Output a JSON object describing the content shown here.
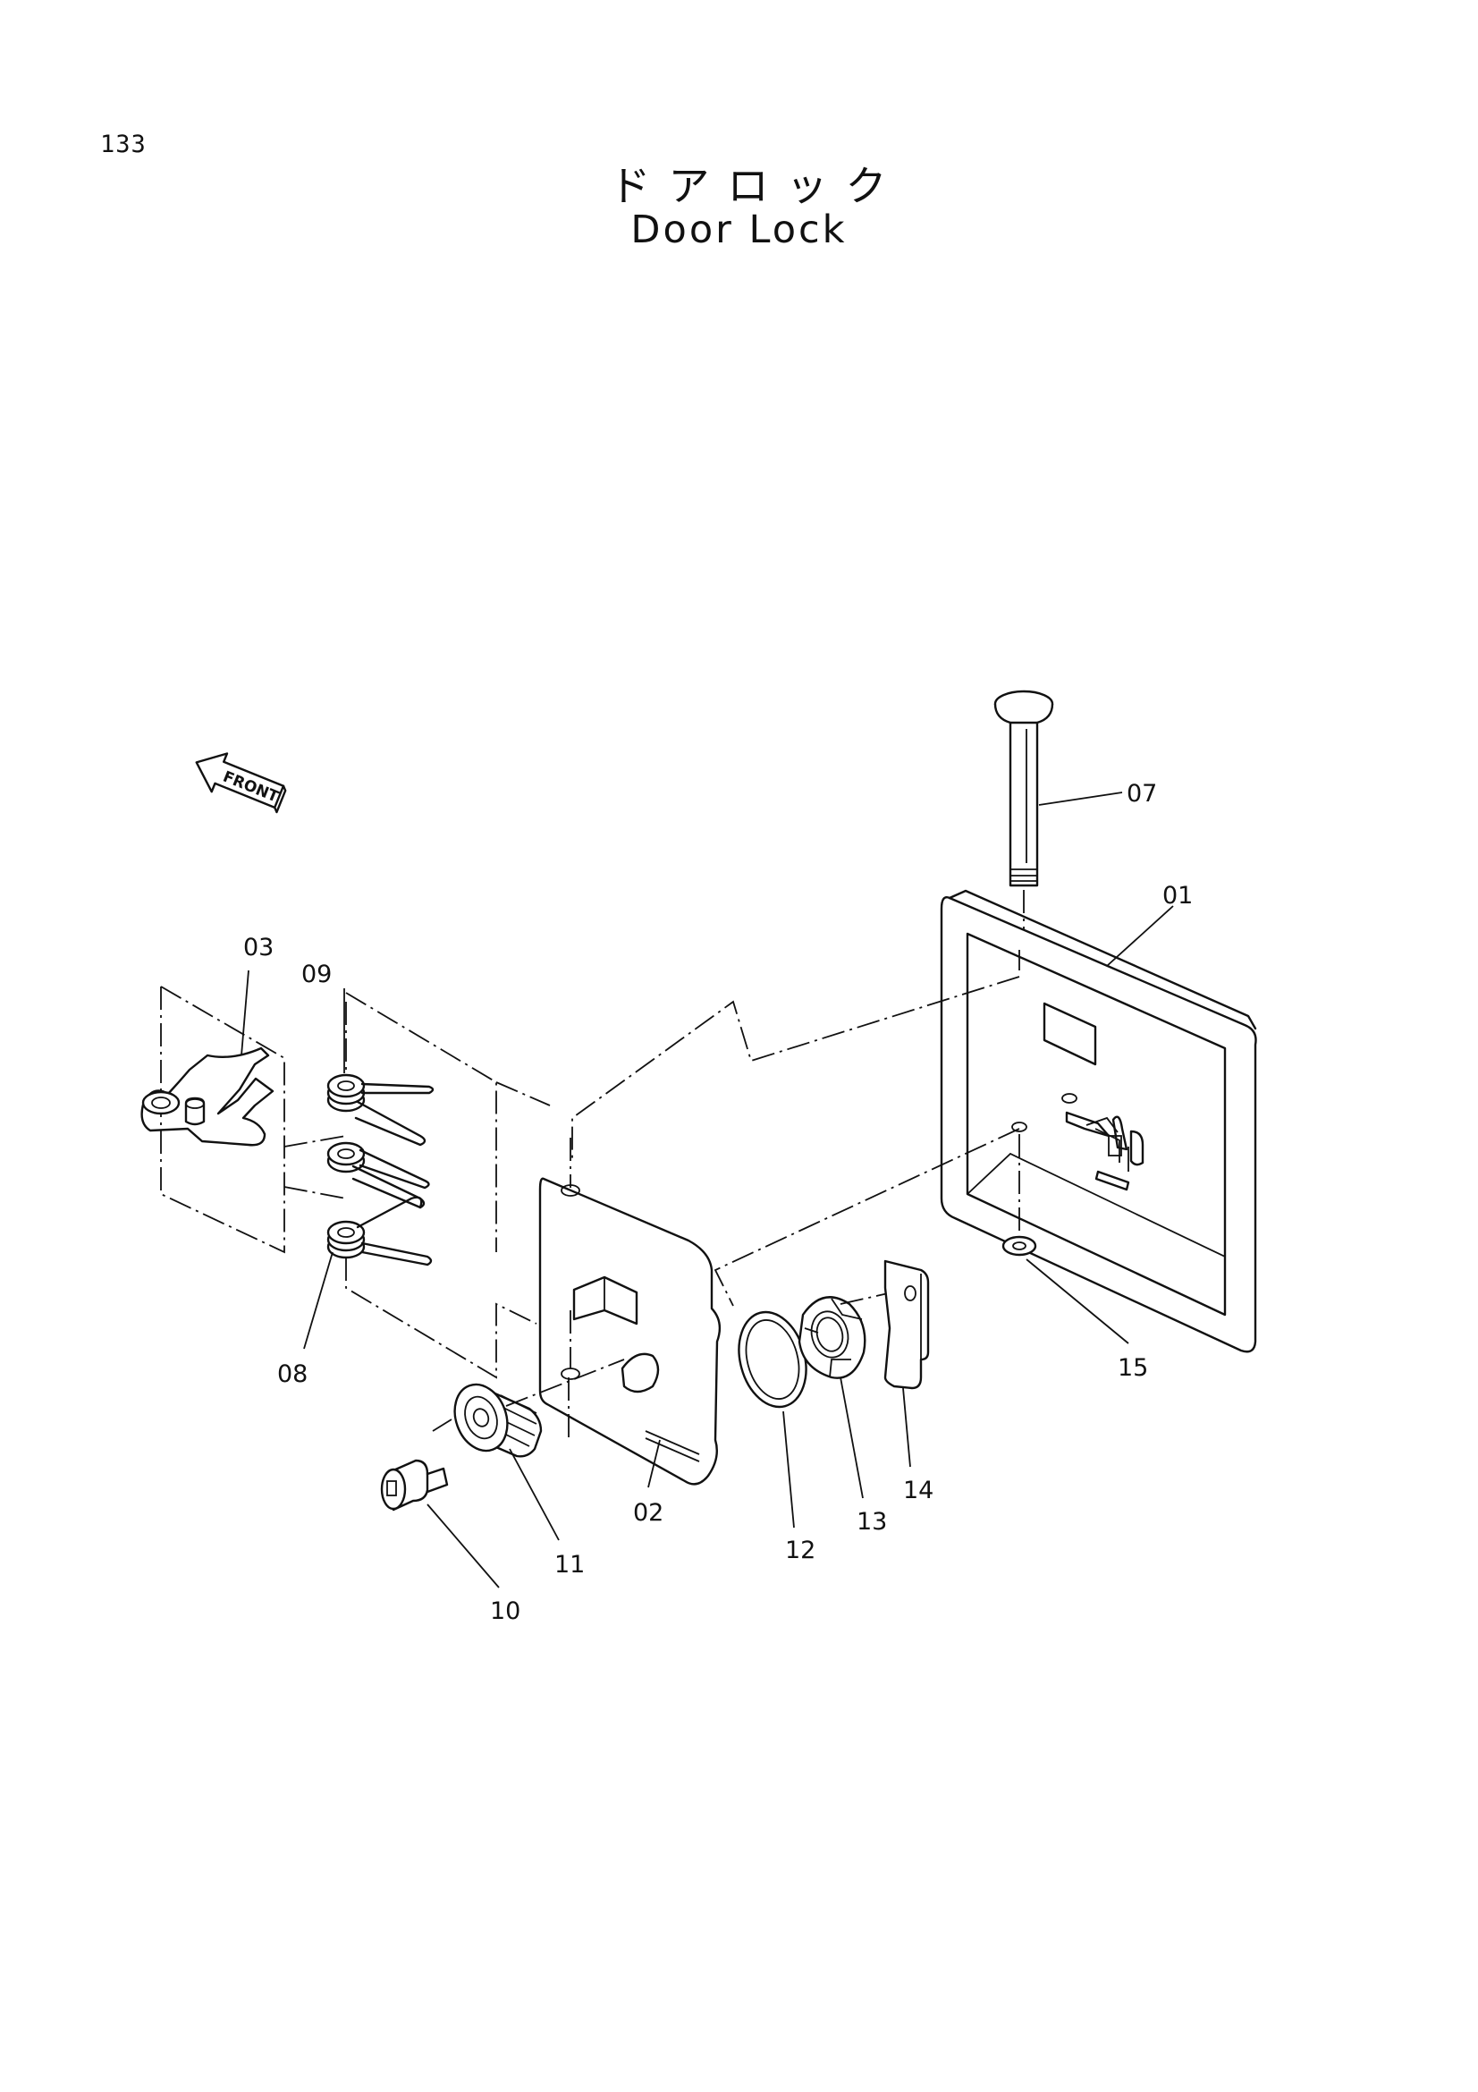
{
  "page_number": "133",
  "title_jp": "ドアロック",
  "title_en": "Door Lock",
  "front_arrow": {
    "label": "FRONT",
    "icon": "front-direction-arrow-icon"
  },
  "callouts": {
    "c01": "01",
    "c02": "02",
    "c03": "03",
    "c07": "07",
    "c08": "08",
    "c09": "09",
    "c10": "10",
    "c11": "11",
    "c12": "12",
    "c13": "13",
    "c14": "14",
    "c15": "15"
  }
}
